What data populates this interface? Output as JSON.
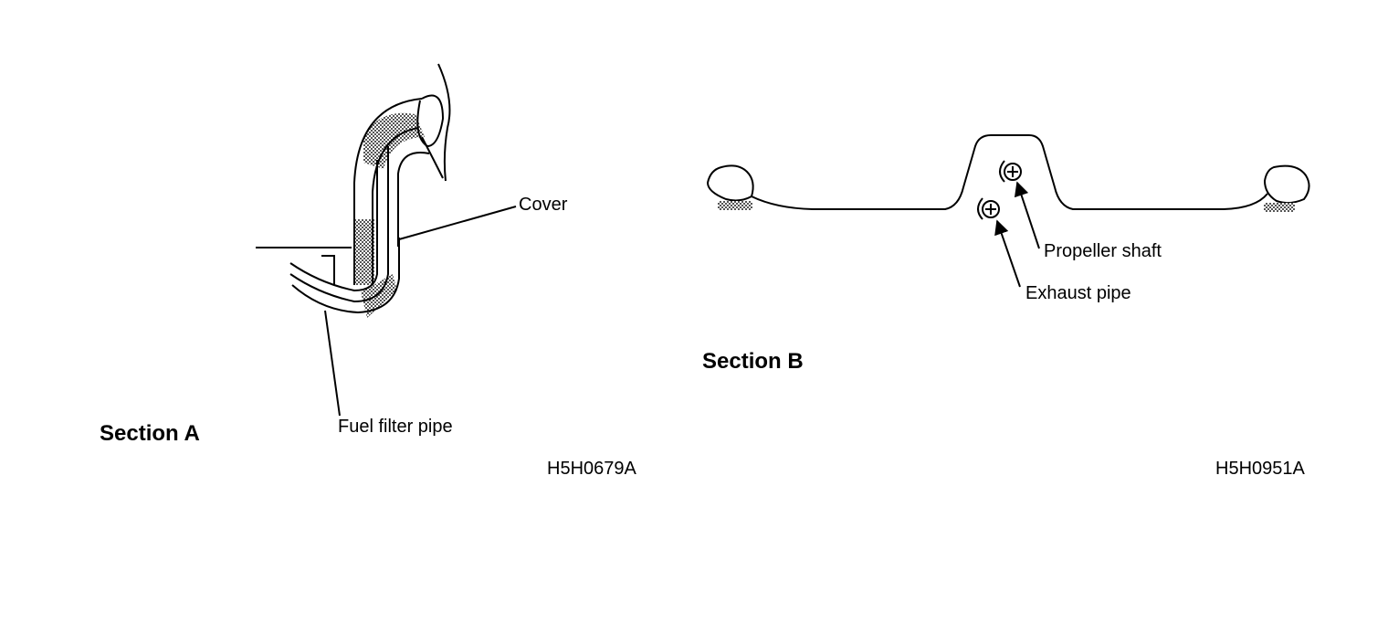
{
  "section_a": {
    "title": "Section A",
    "labels": {
      "cover": "Cover",
      "fuel_filter_pipe": "Fuel filter pipe"
    },
    "figure_code": "H5H0679A"
  },
  "section_b": {
    "title": "Section B",
    "labels": {
      "propeller_shaft": "Propeller shaft",
      "exhaust_pipe": "Exhaust pipe"
    },
    "figure_code": "H5H0951A"
  }
}
